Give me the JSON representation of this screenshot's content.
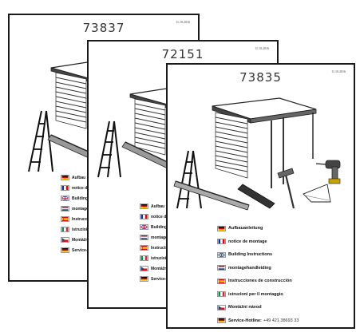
{
  "sheets": [
    {
      "number": "73837",
      "date": "11.10.2016",
      "languages": [
        "Aufbau",
        "notice de",
        "Building",
        "montage",
        "Instrucc",
        "istruzioi",
        "Montážr",
        "Service-"
      ]
    },
    {
      "number": "72151",
      "date": "11.10.2016",
      "languages": [
        "Aufbau",
        "notice d",
        "Building",
        "montage",
        "Instructi",
        "istruzioi",
        "Montážr",
        "Service-"
      ]
    },
    {
      "number": "73835",
      "date": "11.10.2016",
      "languages": [
        "Aufbauanleitung",
        "notice de montage",
        "Building Instructions",
        "montagehandleiding",
        "Instrucciones de construcción",
        "istruzioni per il montaggio",
        "Montážní návod",
        "Service-Hotline:"
      ],
      "hotline_number": "+49 421 38693 33"
    }
  ],
  "flag_icons": [
    "flag-de-icon",
    "flag-fr-icon",
    "flag-gb-icon",
    "flag-nl-icon",
    "flag-es-icon",
    "flag-it-icon",
    "flag-cz-icon",
    "flag-de-icon"
  ],
  "colors": {
    "ink": "#1a1a1a",
    "paper": "#ffffff"
  }
}
